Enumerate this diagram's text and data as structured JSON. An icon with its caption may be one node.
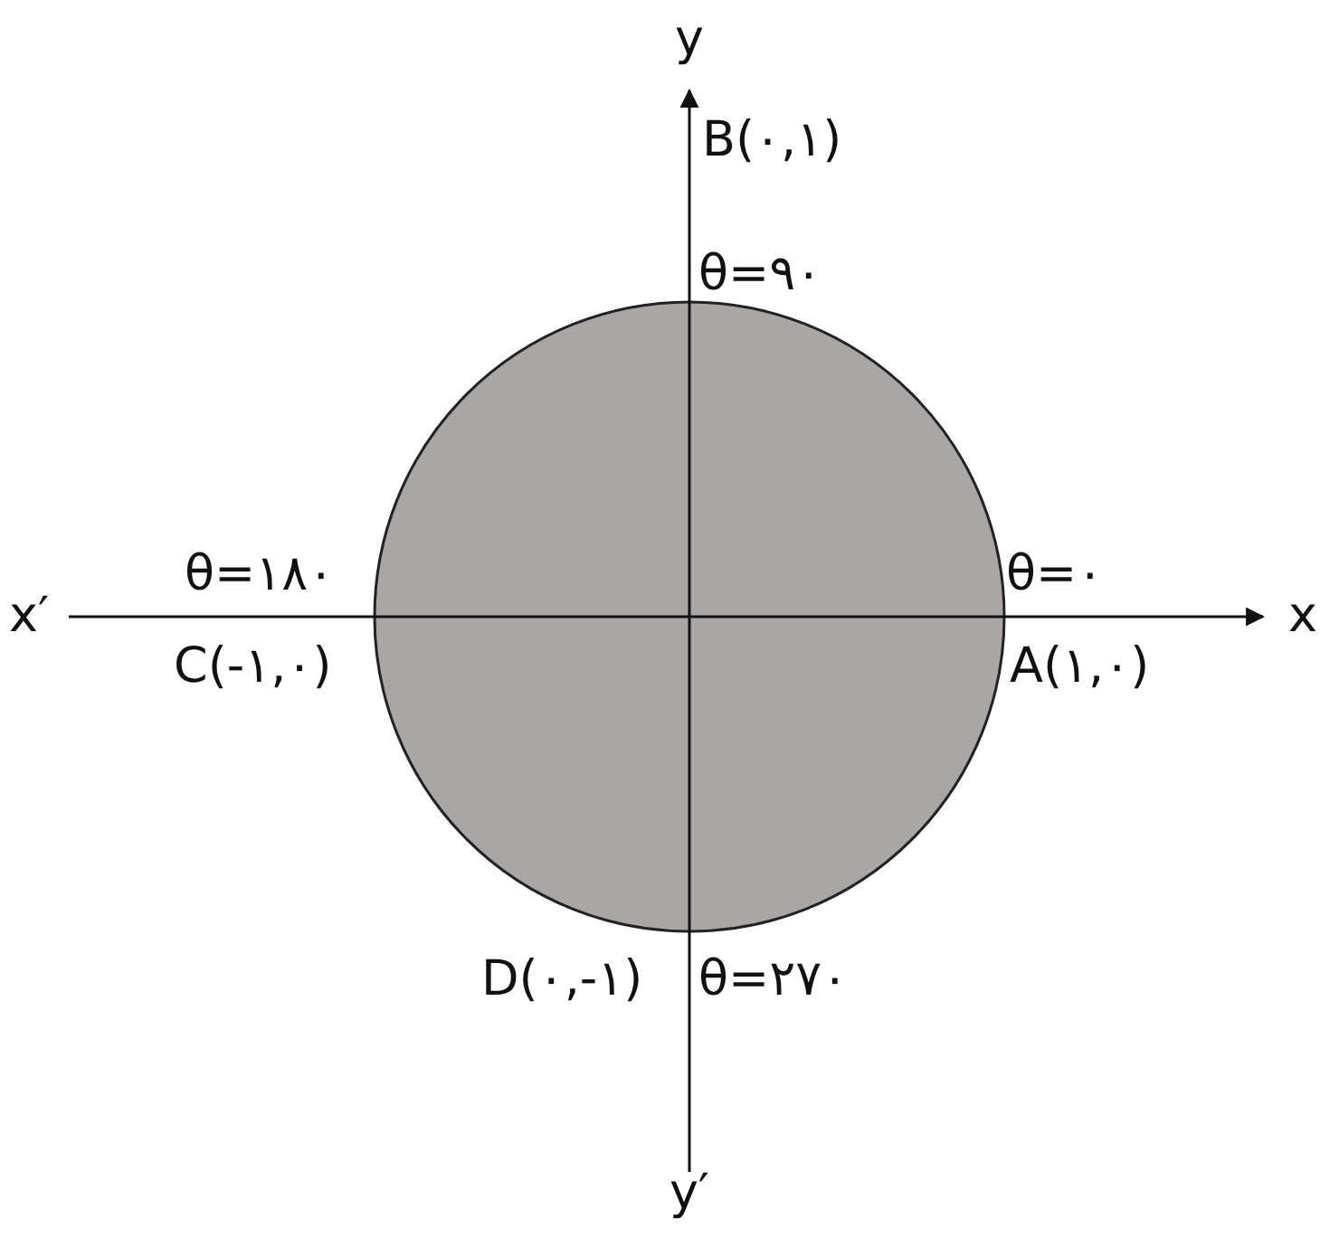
{
  "diagram": {
    "nodes": [
      {
        "text": [],
        "shape": "circle"
      }
    ],
    "labels": [
      "y",
      "B(۰,۱)",
      "θ=۹۰",
      "θ=۱۸۰",
      "θ=۰",
      "x′",
      "x",
      "C(-۱,۰)",
      "A(۱,۰)",
      "D(۰,-۱)",
      "θ=۲۷۰",
      "y′"
    ]
  }
}
